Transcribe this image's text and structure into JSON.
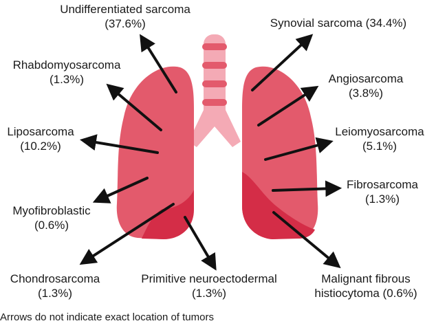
{
  "colors": {
    "lung": "#e35a6c",
    "lung_lower": "#d42d47",
    "trachea": "#f4aab5",
    "trachea_ring": "#e35a6c",
    "arrow": "#111111",
    "text": "#1a1a1a"
  },
  "labels": [
    {
      "id": "undifferentiated-sarcoma",
      "name": "Undifferentiated sarcoma",
      "pct": "(37.6%)",
      "pct_value": 37.6
    },
    {
      "id": "rhabdomyosarcoma",
      "name": "Rhabdomyosarcoma",
      "pct": "(1.3%)",
      "pct_value": 1.3
    },
    {
      "id": "liposarcoma",
      "name": "Liposarcoma",
      "pct": "(10.2%)",
      "pct_value": 10.2
    },
    {
      "id": "myofibroblastic",
      "name": "Myofibroblastic",
      "pct": "(0.6%)",
      "pct_value": 0.6
    },
    {
      "id": "chondrosarcoma",
      "name": "Chondrosarcoma",
      "pct": "(1.3%)",
      "pct_value": 1.3
    },
    {
      "id": "primitive-neuroectodermal",
      "name": "Primitive neuroectodermal",
      "pct": "(1.3%)",
      "pct_value": 1.3
    },
    {
      "id": "synovial-sarcoma",
      "name": "Synovial sarcoma (34.4%)",
      "pct": "",
      "pct_value": 34.4
    },
    {
      "id": "angiosarcoma",
      "name": "Angiosarcoma",
      "pct": "(3.8%)",
      "pct_value": 3.8
    },
    {
      "id": "leiomyosarcoma",
      "name": "Leiomyosarcoma",
      "pct": "(5.1%)",
      "pct_value": 5.1
    },
    {
      "id": "fibrosarcoma",
      "name": "Fibrosarcoma",
      "pct": "(1.3%)",
      "pct_value": 1.3
    },
    {
      "id": "malignant-fibrous-histiocytoma",
      "name": "Malignant fibrous",
      "pct": "histiocytoma (0.6%)",
      "pct_value": 0.6
    }
  ],
  "footnote": "Arrows do not indicate exact location of tumors"
}
